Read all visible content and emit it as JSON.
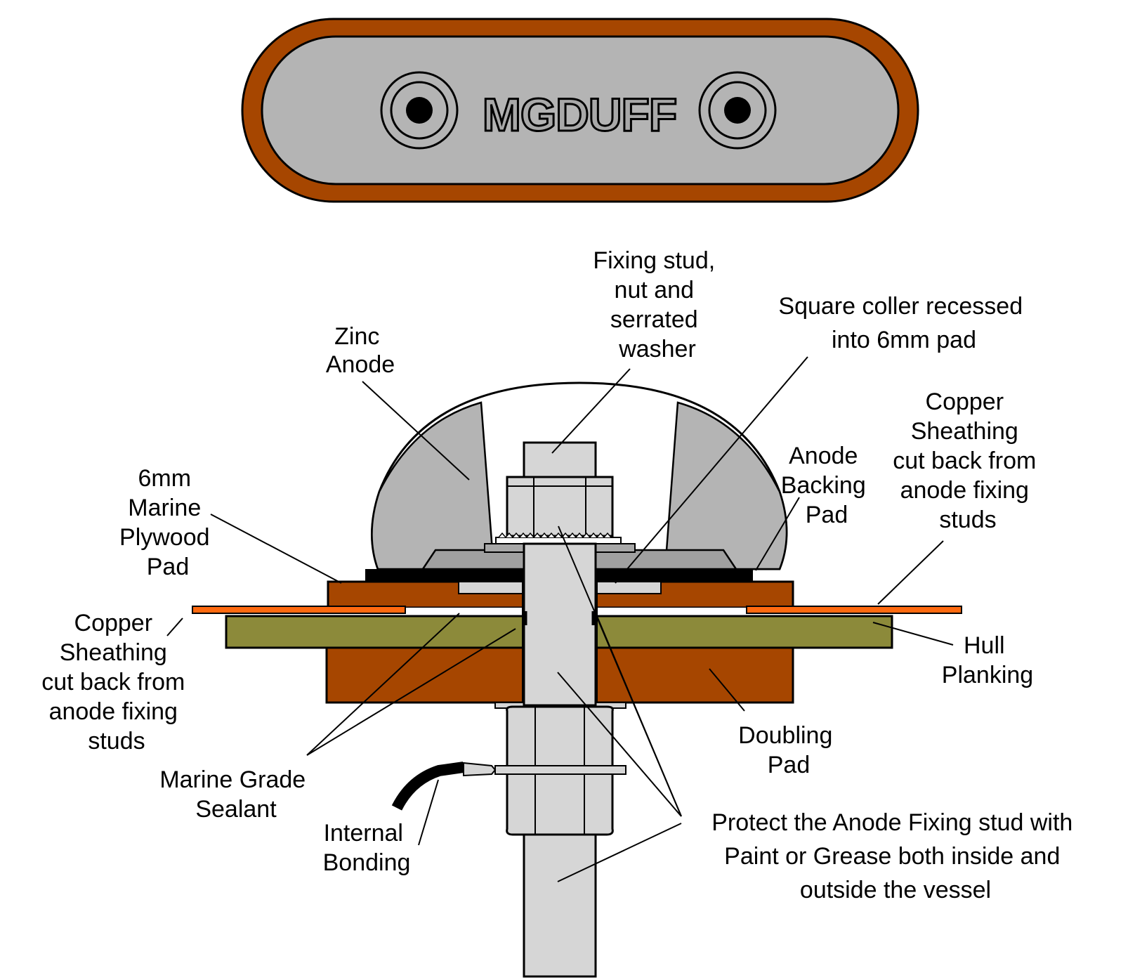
{
  "top_view": {
    "brand": "MGDUFF"
  },
  "colors": {
    "rim": "#a64600",
    "anode_grey": "#b4b4b4",
    "metal": "#d6d6d6",
    "wood": "#a64600",
    "copper": "#ff6a10",
    "hull": "#8c8a3a",
    "sealant_gap": "#ffffff"
  },
  "labels": {
    "fixing_stud": [
      "Fixing stud,",
      "nut and",
      "serrated",
      "washer"
    ],
    "square_coller": [
      "Square coller recessed",
      "into 6mm pad"
    ],
    "zinc_anode": [
      "Zinc",
      "Anode"
    ],
    "copper_right": [
      "Copper",
      "Sheathing",
      "cut back from",
      "anode fixing",
      "studs"
    ],
    "anode_backing_pad": [
      "Anode",
      "Backing",
      "Pad"
    ],
    "plywood_pad": [
      "6mm",
      "Marine",
      "Plywood",
      "Pad"
    ],
    "copper_left": [
      "Copper",
      "Sheathing",
      "cut back from",
      "anode fixing",
      "studs"
    ],
    "hull_planking": [
      "Hull",
      "Planking"
    ],
    "doubling_pad": [
      "Doubling",
      "Pad"
    ],
    "sealant": [
      "Marine Grade",
      "Sealant"
    ],
    "internal_bonding": [
      "Internal",
      "Bonding"
    ],
    "protect_note": [
      "Protect the Anode Fixing stud with",
      "Paint or Grease both inside and",
      "outside the vessel"
    ]
  }
}
